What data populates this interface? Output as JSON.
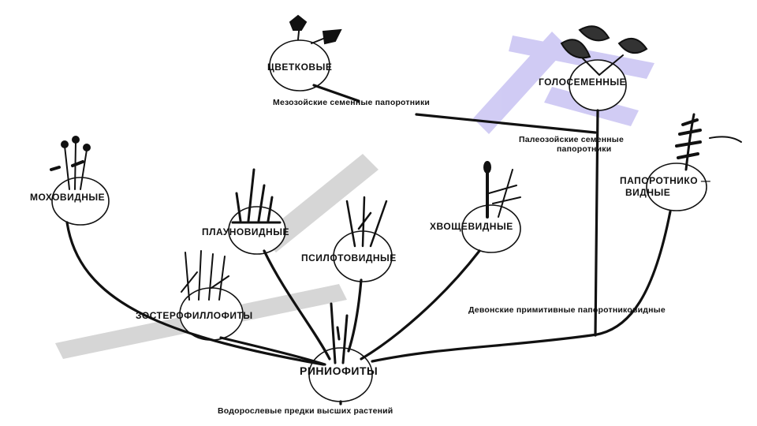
{
  "groups": {
    "tsvetkovye": "ЦВЕТКОВЫЕ",
    "golosemennye": "ГОЛОСЕМЕННЫЕ",
    "mokhovidnye": "МОХОВИДНЫЕ",
    "paporotnikovidnye_1": "ПАПОРОТНИКО —",
    "paporotnikovidnye_2": "ВИДНЫЕ",
    "plaunovidnye": "ПЛАУНОВИДНЫЕ",
    "psilotovidnye": "ПСИЛОТОВИДНЫЕ",
    "khvoshchevidnye": "ХВОЩЕВИДНЫЕ",
    "zosterofillofity": "ЗОСТЕРОФИЛЛОФИТЫ",
    "riniofity": "РИНИОФИТЫ"
  },
  "annotations": {
    "mesozoic": "Мезозойские семенные папоротники",
    "paleozoic_1": "Палеозойские семенные",
    "paleozoic_2": "папоротники",
    "devonian": "Девонские примитивные папоротниковидные",
    "algal": "Водорослевые предки высших растений"
  },
  "watermark": {
    "color": "#cfcfcf",
    "accent": "#c9c4f2"
  }
}
